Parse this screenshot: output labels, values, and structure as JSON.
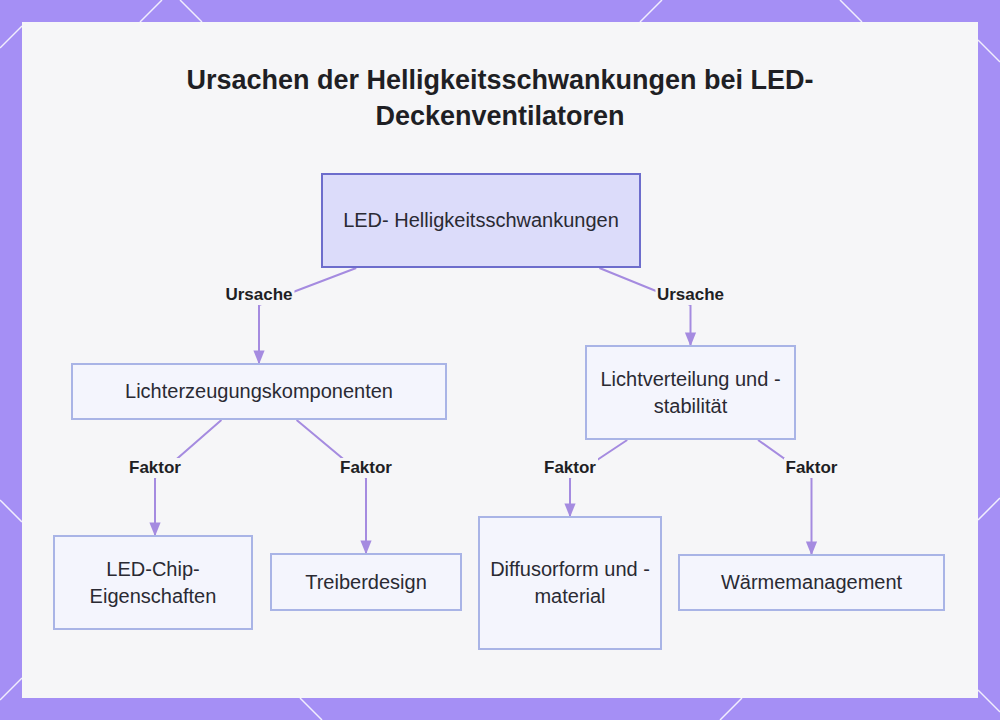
{
  "diagram": {
    "title": "Ursachen der Helligkeitsschwankungen bei LED-Deckenventilatoren",
    "nodes": [
      {
        "text": [
          "LED- Helligkeitsschwankungen"
        ]
      },
      {
        "text": [
          "Lichterzeugungskomponenten"
        ]
      },
      {
        "text": [
          "Lichtverteilung und -stabilität"
        ]
      },
      {
        "text": [
          "LED-Chip- Eigenschaften"
        ]
      },
      {
        "text": [
          "Treiberdesign"
        ]
      },
      {
        "text": [
          "Diffusorform und - material"
        ]
      },
      {
        "text": [
          "Wärmemanagement"
        ]
      }
    ],
    "edges": [
      {
        "from": 0,
        "to": 1,
        "label": "Ursache",
        "arrow": "to"
      },
      {
        "from": 0,
        "to": 2,
        "label": "Ursache",
        "arrow": "to"
      },
      {
        "from": 1,
        "to": 3,
        "label": "Faktor",
        "arrow": "to"
      },
      {
        "from": 1,
        "to": 4,
        "label": "Faktor",
        "arrow": "to"
      },
      {
        "from": 2,
        "to": 5,
        "label": "Faktor",
        "arrow": "to"
      },
      {
        "from": 2,
        "to": 6,
        "label": "Faktor",
        "arrow": "to"
      }
    ]
  }
}
